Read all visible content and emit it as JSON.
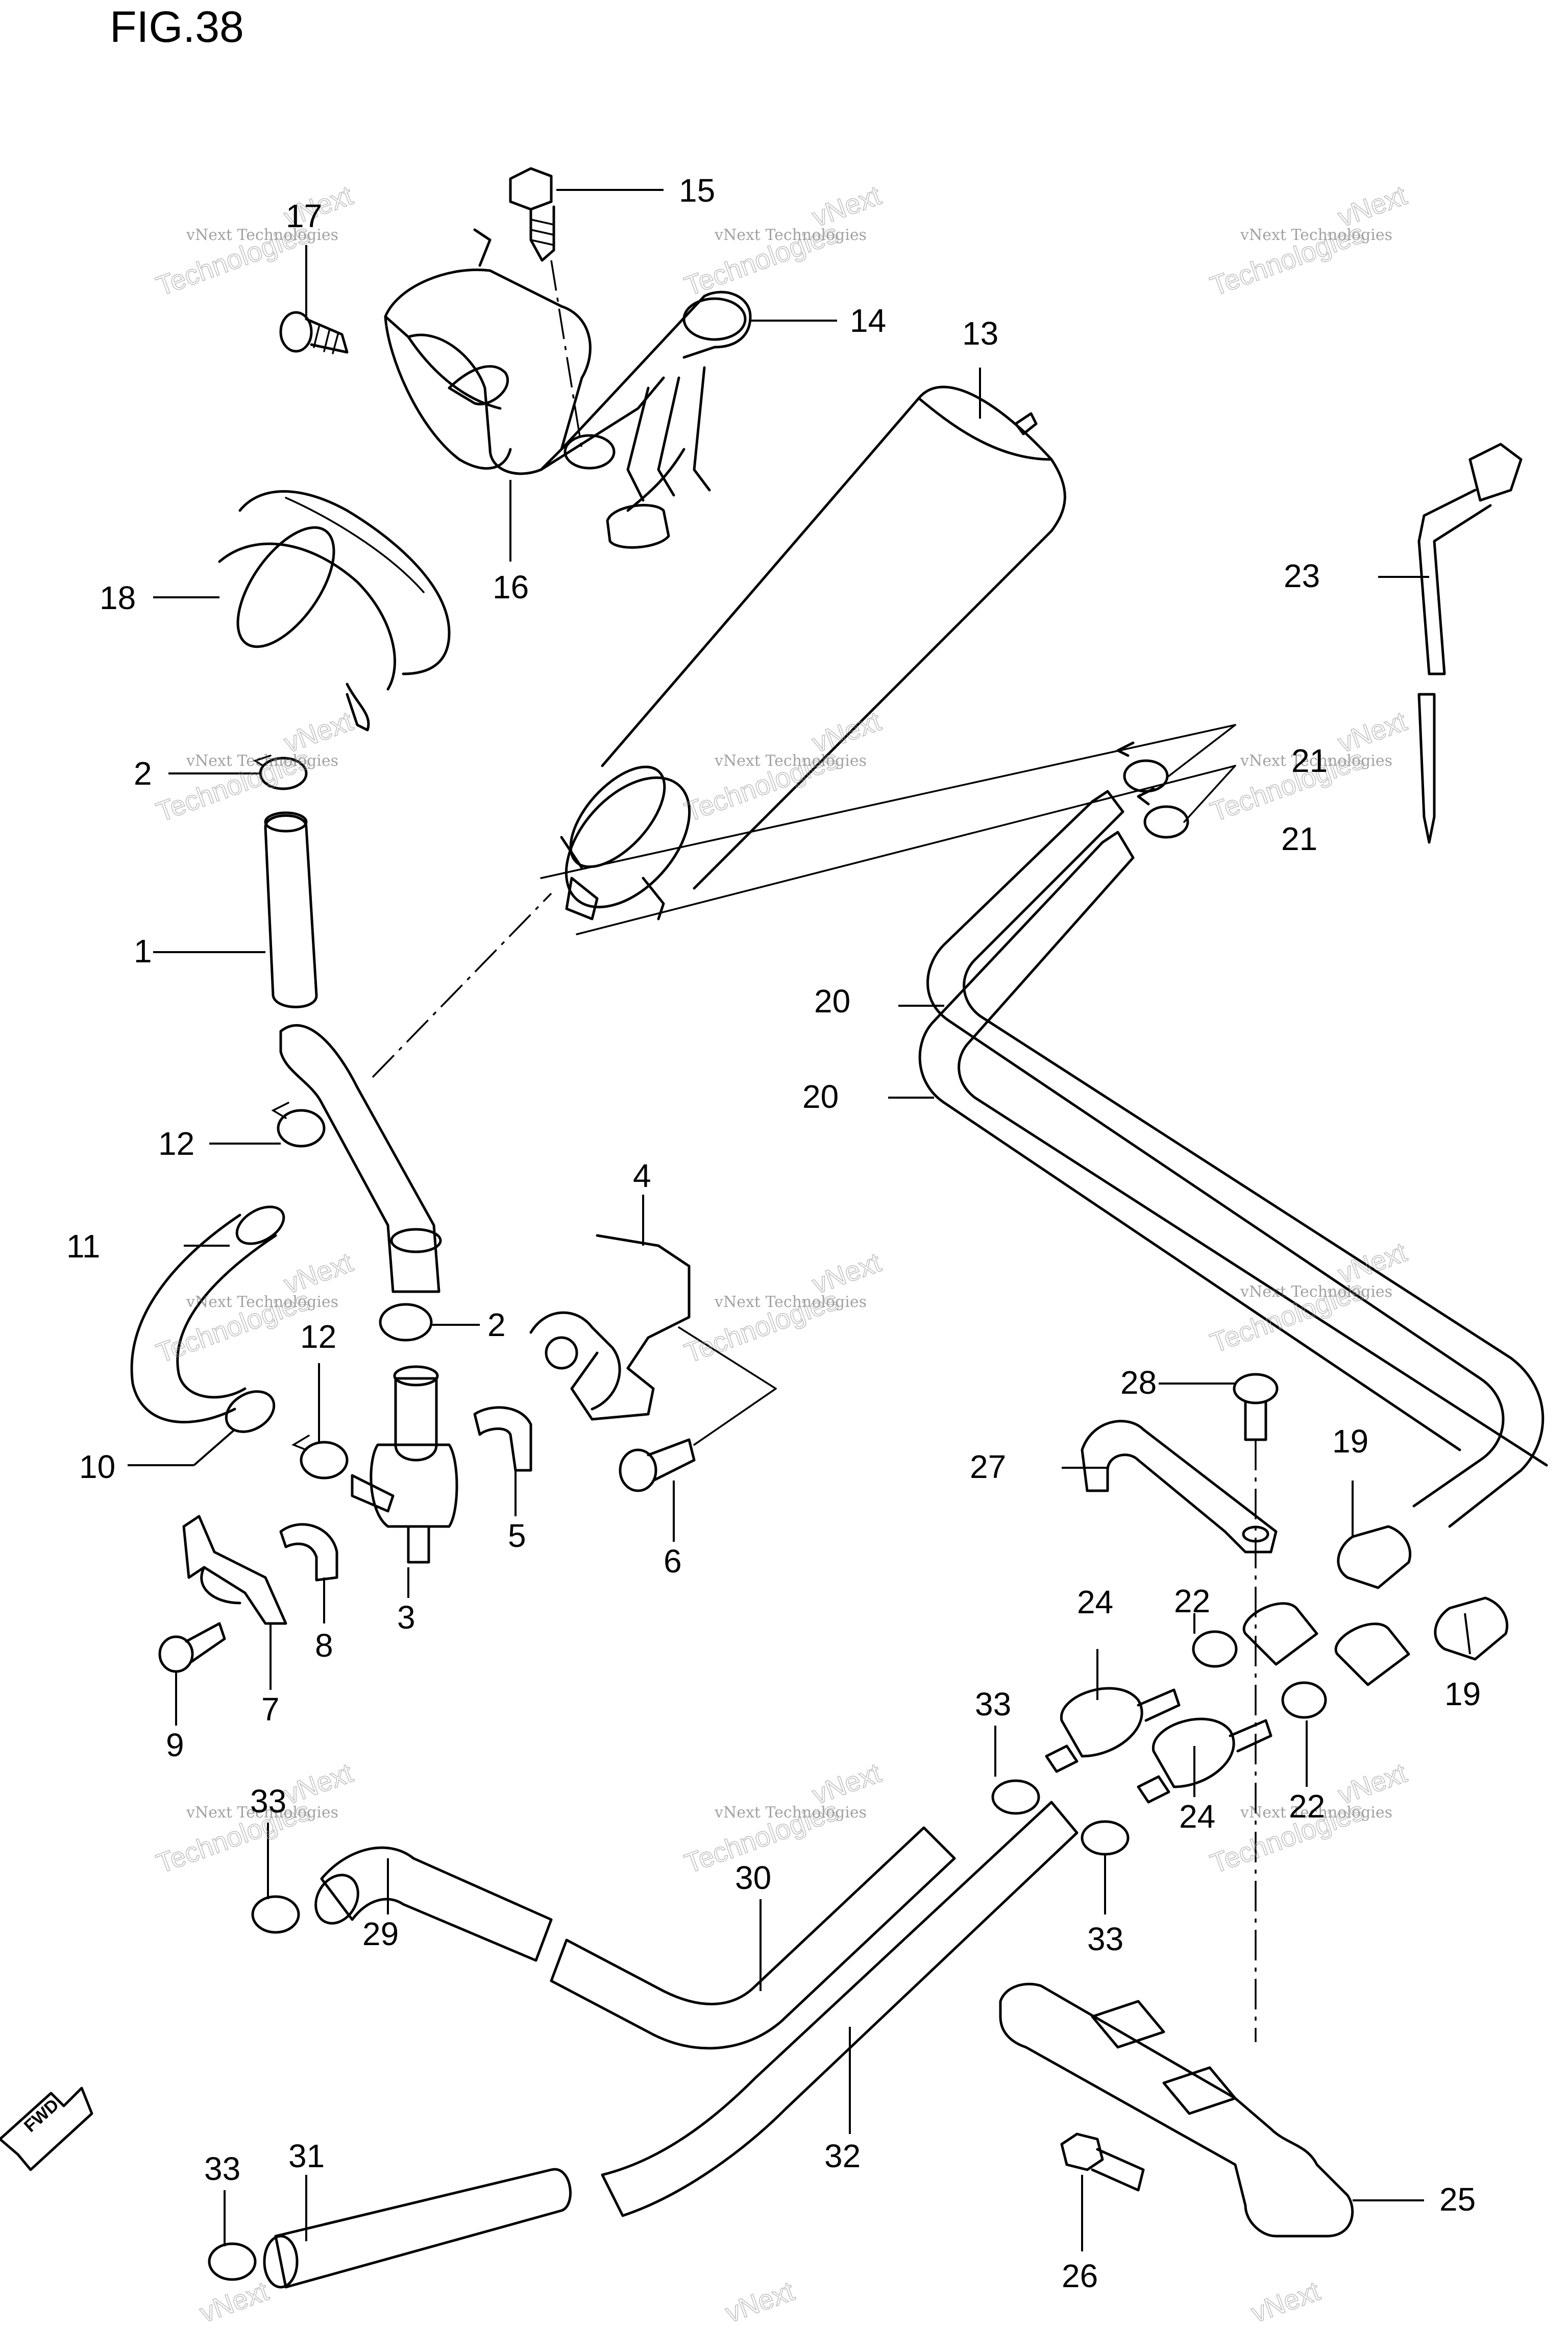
{
  "figure": {
    "title": "FIG.38"
  },
  "direction_arrow": {
    "label": "FWD",
    "icon": "fwd-arrow-icon"
  },
  "watermark": {
    "line1": "vNext Technologies",
    "line2": "vNext",
    "line3": "Technologies"
  },
  "callouts": [
    {
      "id": "c1",
      "text": "1"
    },
    {
      "id": "c2a",
      "text": "2"
    },
    {
      "id": "c2b",
      "text": "2"
    },
    {
      "id": "c3",
      "text": "3"
    },
    {
      "id": "c4",
      "text": "4"
    },
    {
      "id": "c5",
      "text": "5"
    },
    {
      "id": "c6",
      "text": "6"
    },
    {
      "id": "c7",
      "text": "7"
    },
    {
      "id": "c8",
      "text": "8"
    },
    {
      "id": "c9",
      "text": "9"
    },
    {
      "id": "c10",
      "text": "10"
    },
    {
      "id": "c11",
      "text": "11"
    },
    {
      "id": "c12a",
      "text": "12"
    },
    {
      "id": "c12b",
      "text": "12"
    },
    {
      "id": "c13",
      "text": "13"
    },
    {
      "id": "c14",
      "text": "14"
    },
    {
      "id": "c15",
      "text": "15"
    },
    {
      "id": "c16",
      "text": "16"
    },
    {
      "id": "c17",
      "text": "17"
    },
    {
      "id": "c18",
      "text": "18"
    },
    {
      "id": "c19a",
      "text": "19"
    },
    {
      "id": "c19b",
      "text": "19"
    },
    {
      "id": "c20a",
      "text": "20"
    },
    {
      "id": "c20b",
      "text": "20"
    },
    {
      "id": "c21a",
      "text": "21"
    },
    {
      "id": "c21b",
      "text": "21"
    },
    {
      "id": "c22a",
      "text": "22"
    },
    {
      "id": "c22b",
      "text": "22"
    },
    {
      "id": "c23",
      "text": "23"
    },
    {
      "id": "c24a",
      "text": "24"
    },
    {
      "id": "c24b",
      "text": "24"
    },
    {
      "id": "c25",
      "text": "25"
    },
    {
      "id": "c26",
      "text": "26"
    },
    {
      "id": "c27",
      "text": "27"
    },
    {
      "id": "c28",
      "text": "28"
    },
    {
      "id": "c29",
      "text": "29"
    },
    {
      "id": "c30",
      "text": "30"
    },
    {
      "id": "c31",
      "text": "31"
    },
    {
      "id": "c32",
      "text": "32"
    },
    {
      "id": "c33a",
      "text": "33"
    },
    {
      "id": "c33b",
      "text": "33"
    },
    {
      "id": "c33c",
      "text": "33"
    },
    {
      "id": "c33d",
      "text": "33"
    }
  ]
}
